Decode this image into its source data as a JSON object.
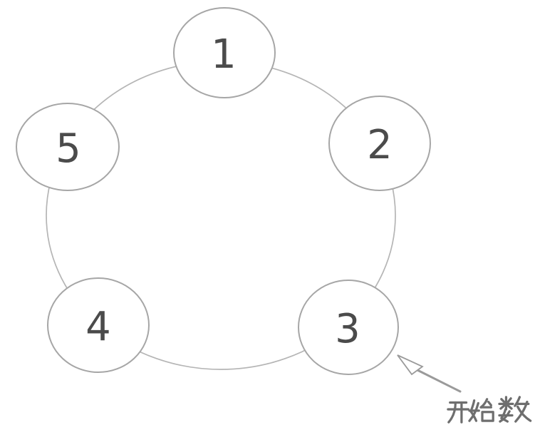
{
  "figure": {
    "background": "#ffffff",
    "ring": {
      "color": "#b5b5b5"
    },
    "nodes": [
      {
        "label": "1"
      },
      {
        "label": "2"
      },
      {
        "label": "3"
      },
      {
        "label": "4"
      },
      {
        "label": "5"
      }
    ],
    "node_style": {
      "border_color": "#a6a6a6",
      "fill": "#ffffff",
      "number_color": "#4b4b4b"
    },
    "annotation": {
      "label": "开始数",
      "points_to": "3",
      "arrow_color": "#9a9a9a",
      "text_color": "#6e6e6e"
    }
  }
}
